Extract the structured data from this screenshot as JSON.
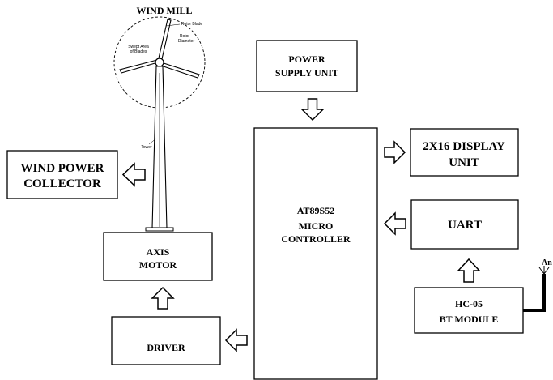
{
  "windmill": {
    "title": "WIND MILL",
    "labels": {
      "rotor_blade": "Rotor Blade",
      "rotor_diameter_1": "Rotor",
      "rotor_diameter_2": "Diameter",
      "sweep_area_1": "Swept Area",
      "sweep_area_2": "of Blades",
      "tower": "Tower"
    }
  },
  "blocks": {
    "power_supply": {
      "line1": "POWER",
      "line2": "SUPPLY UNIT"
    },
    "display": {
      "line1": "2X16 DISPLAY",
      "line2": "UNIT"
    },
    "wind_power": {
      "line1": "WIND POWER",
      "line2": "COLLECTOR"
    },
    "mcu": {
      "line1": "AT89S52",
      "line2": "MICRO",
      "line3": "CONTROLLER"
    },
    "uart": {
      "line1": "UART"
    },
    "axis_motor": {
      "line1": "AXIS",
      "line2": "MOTOR"
    },
    "hc05": {
      "line1": "HC-05",
      "line2": "BT MODULE"
    },
    "driver": {
      "line1": "DRIVER"
    }
  },
  "antenna": {
    "label": "An"
  }
}
